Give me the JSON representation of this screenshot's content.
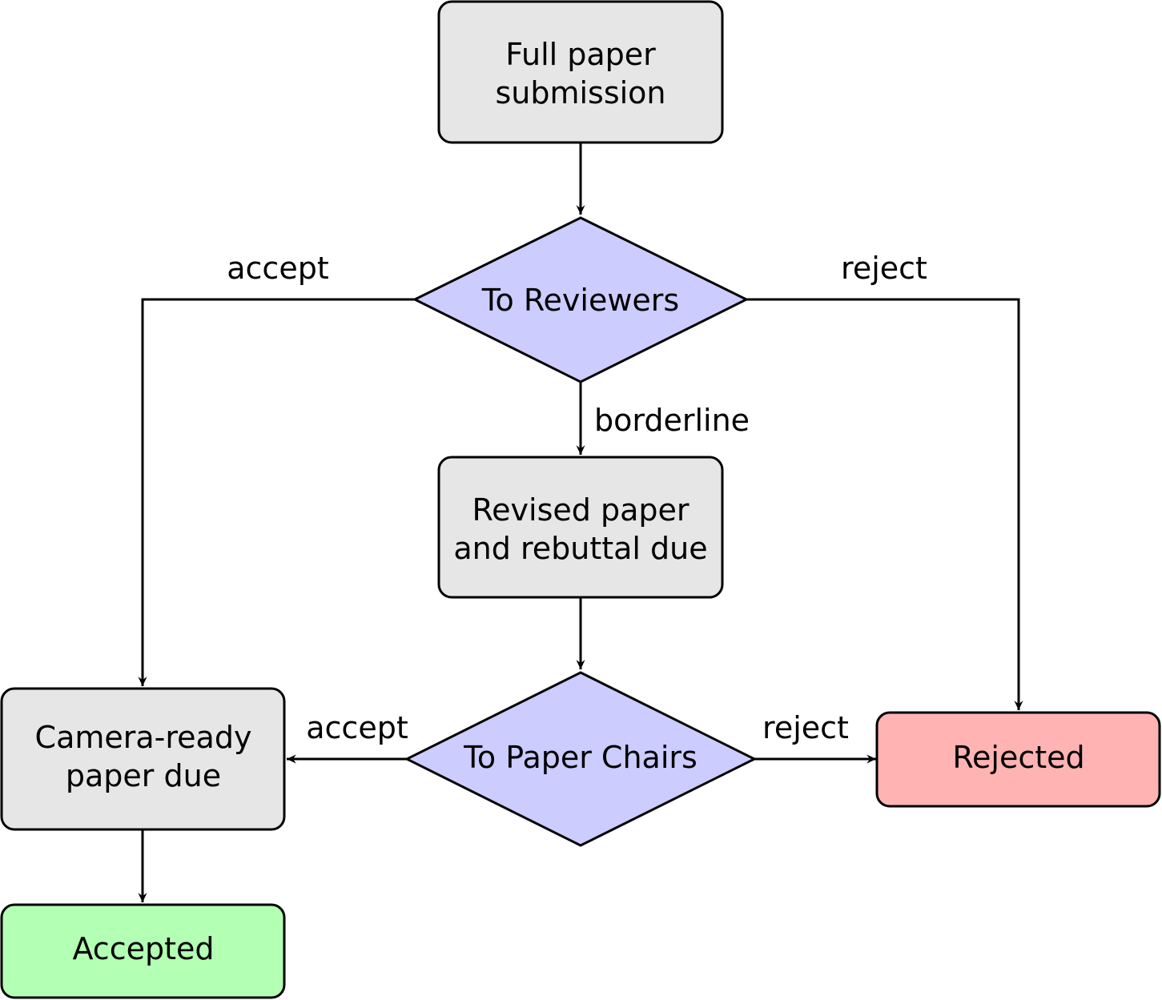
{
  "diagram": {
    "type": "flowchart",
    "colors": {
      "process_fill": "#e6e6e6",
      "decision_fill": "#ccccff",
      "rejected_fill": "#ffb3b3",
      "accepted_fill": "#b3ffb3",
      "stroke": "#000000"
    },
    "nodes": {
      "full_paper": {
        "lines": [
          "Full paper",
          "submission"
        ],
        "shape": "process"
      },
      "to_reviewers": {
        "lines": [
          "To Reviewers"
        ],
        "shape": "decision"
      },
      "revised_paper": {
        "lines": [
          "Revised paper",
          "and rebuttal due"
        ],
        "shape": "process"
      },
      "to_paper_chairs": {
        "lines": [
          "To Paper Chairs"
        ],
        "shape": "decision"
      },
      "camera_ready": {
        "lines": [
          "Camera-ready",
          "paper due"
        ],
        "shape": "process"
      },
      "rejected": {
        "lines": [
          "Rejected"
        ],
        "shape": "terminal-reject"
      },
      "accepted": {
        "lines": [
          "Accepted"
        ],
        "shape": "terminal-accept"
      }
    },
    "edges": [
      {
        "from": "full_paper",
        "to": "to_reviewers",
        "label": ""
      },
      {
        "from": "to_reviewers",
        "to": "camera_ready",
        "label": "accept"
      },
      {
        "from": "to_reviewers",
        "to": "rejected",
        "label": "reject"
      },
      {
        "from": "to_reviewers",
        "to": "revised_paper",
        "label": "borderline"
      },
      {
        "from": "revised_paper",
        "to": "to_paper_chairs",
        "label": ""
      },
      {
        "from": "to_paper_chairs",
        "to": "camera_ready",
        "label": "accept"
      },
      {
        "from": "to_paper_chairs",
        "to": "rejected",
        "label": "reject"
      },
      {
        "from": "camera_ready",
        "to": "accepted",
        "label": ""
      }
    ],
    "labels": {
      "reviewers_accept": "accept",
      "reviewers_reject": "reject",
      "reviewers_borderline": "borderline",
      "chairs_accept": "accept",
      "chairs_reject": "reject"
    }
  }
}
